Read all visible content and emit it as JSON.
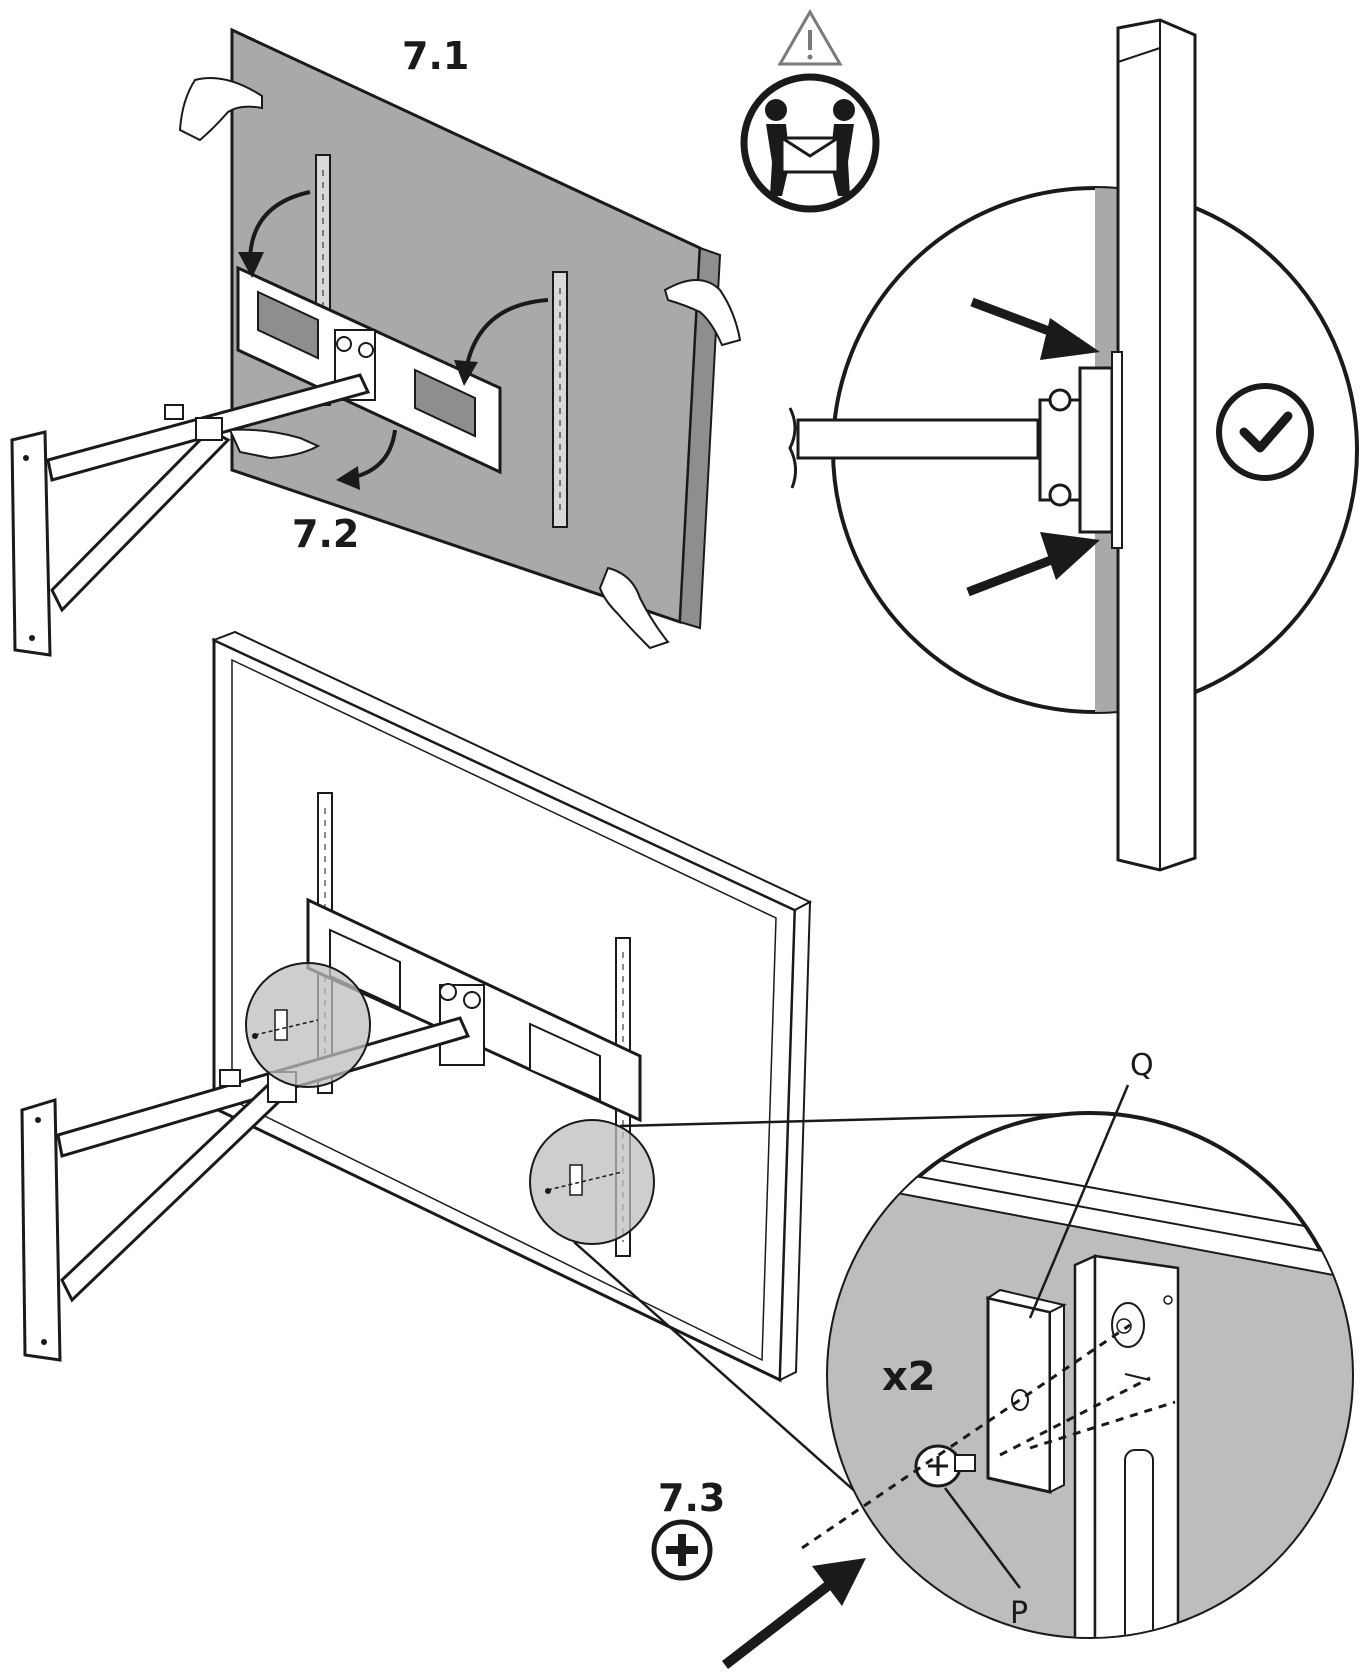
{
  "steps": {
    "s71": "7.1",
    "s72": "7.2",
    "s73": "7.3"
  },
  "parts": {
    "q": "Q",
    "p": "P"
  },
  "quantity": "x2",
  "icons": [
    "warning-icon",
    "two-person-lift-icon",
    "check-circle-icon",
    "phillips-screwdriver-icon"
  ],
  "colors": {
    "tv_back": "#a9a9a9",
    "zoom_fill": "#bdbdbd",
    "line": "#1a1a1a",
    "bracket": "#ffffff"
  }
}
